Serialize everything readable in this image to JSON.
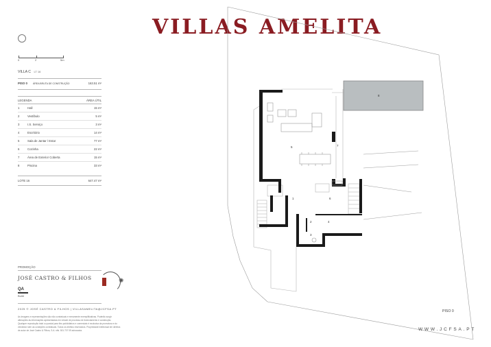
{
  "header": {
    "title": "VILLAS AMELITA"
  },
  "scale": {
    "ticks": [
      "0",
      "2",
      "5m"
    ]
  },
  "villa": {
    "name": "VILLA C",
    "lot_tag": "LT 16",
    "floor_label": "PISO 0",
    "floor_area_label": "ÁREA BRUTA DE CONSTRUÇÃO",
    "floor_area_value": "163.51 m²",
    "legend_header": "LEGENDA",
    "area_header": "ÁREA ÚTIL",
    "rooms": [
      {
        "num": "1",
        "name": "Hall",
        "area": "15 m²"
      },
      {
        "num": "2",
        "name": "Vestíbulo",
        "area": "5 m²"
      },
      {
        "num": "3",
        "name": "I.S. Serviço",
        "area": "3 m²"
      },
      {
        "num": "4",
        "name": "Escritório",
        "area": "14 m²"
      },
      {
        "num": "5",
        "name": "Sala de Jantar / Estar",
        "area": "77 m²"
      },
      {
        "num": "6",
        "name": "Cozinha",
        "area": "22 m²"
      },
      {
        "num": "7",
        "name": "Área de Exterior Coberta",
        "area": "15 m²"
      },
      {
        "num": "8",
        "name": "Piscina",
        "area": "33 m²"
      }
    ],
    "lot_label": "LOTE 16",
    "lot_value": "647.47 m²"
  },
  "promotion": {
    "label": "PROMOÇÃO",
    "company": "JOSÉ CASTRO & FILHOS",
    "qa": "QA",
    "qa_sub": "Build"
  },
  "footer": {
    "copyright": "2025 © JOSÉ CASTRO & FILHOS | VILLASAMELITA@JCFSA.PT",
    "disclaimer": "As Imagens e representações são não contratuais e meramente exemplificativas. Poderão surgir alterações às informações apresentadas em virtude de processo de licenciamento e construção. Qualquer reprodução total ou parcial para fins publicitários e comerciais é exclusiva da promotora e do vendedor sem as condições contratuais. Todos os direitos reservados. Propriedade intelectual em direitos de autor de José Castro & Filhos, S.A. nifs. 501 707 09 advocacia.",
    "floor": "PISO 0",
    "website": "WWW.JCFSA.PT"
  },
  "plan": {
    "room_labels": [
      "1",
      "2",
      "3",
      "4",
      "5",
      "6",
      "7",
      "8"
    ],
    "wall_color": "#1a1a1a",
    "pool_color": "#b9bec0",
    "brand_color": "#8a1c22"
  }
}
